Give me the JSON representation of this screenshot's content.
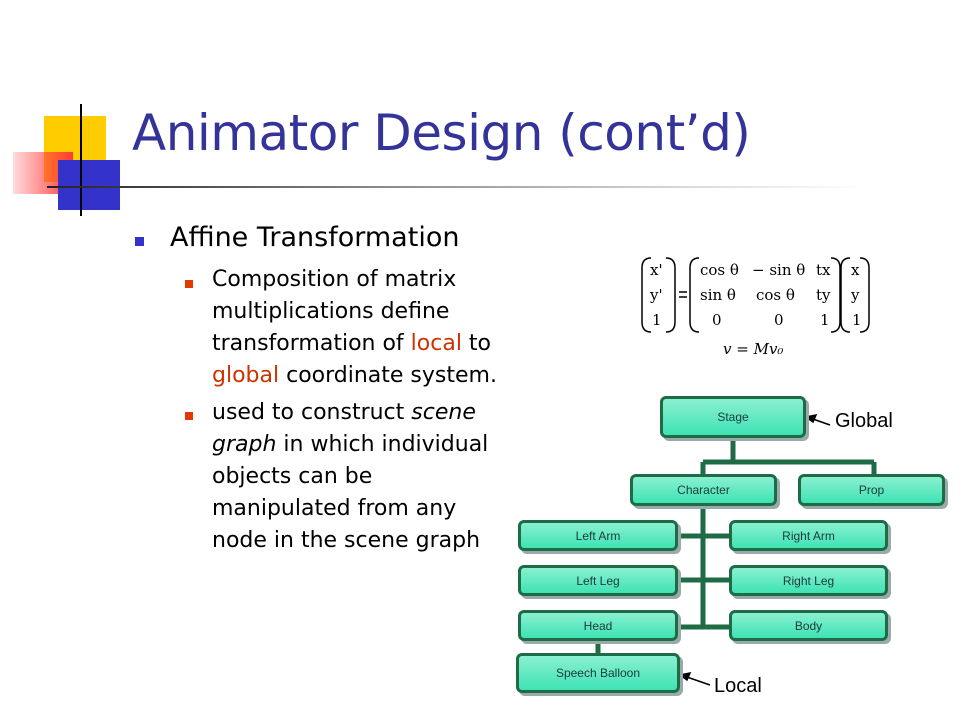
{
  "title": "Animator Design (cont’d)",
  "bullet": "Affine Transformation",
  "sub1": {
    "pre": "Composition of matrix multiplications define transformation of ",
    "hl1": "local",
    "mid": " to ",
    "hl2": "global",
    "post": " coordinate system."
  },
  "sub2": {
    "pre": "used to construct ",
    "em": "scene graph",
    "post": " in which individual objects can be manipulated from any node in the scene graph"
  },
  "equation": {
    "lhs": [
      "x'",
      "y'",
      "1"
    ],
    "matrix": [
      [
        "cos θ",
        "− sin θ",
        "tx"
      ],
      [
        "sin θ",
        "cos θ",
        "ty"
      ],
      [
        "0",
        "0",
        "1"
      ]
    ],
    "rhs": [
      "x",
      "y",
      "1"
    ],
    "compact": "v = Mv₀"
  },
  "graph": {
    "stage": "Stage",
    "character": "Character",
    "prop": "Prop",
    "left_arm": "Left Arm",
    "right_arm": "Right Arm",
    "left_leg": "Left Leg",
    "right_leg": "Right Leg",
    "head": "Head",
    "body": "Body",
    "speech_balloon": "Speech Balloon",
    "global_label": "Global",
    "local_label": "Local"
  },
  "colors": {
    "title": "#333399",
    "highlight": "#cc3300",
    "node_fill": "#3ee3b4",
    "node_border": "#1e6b45"
  }
}
